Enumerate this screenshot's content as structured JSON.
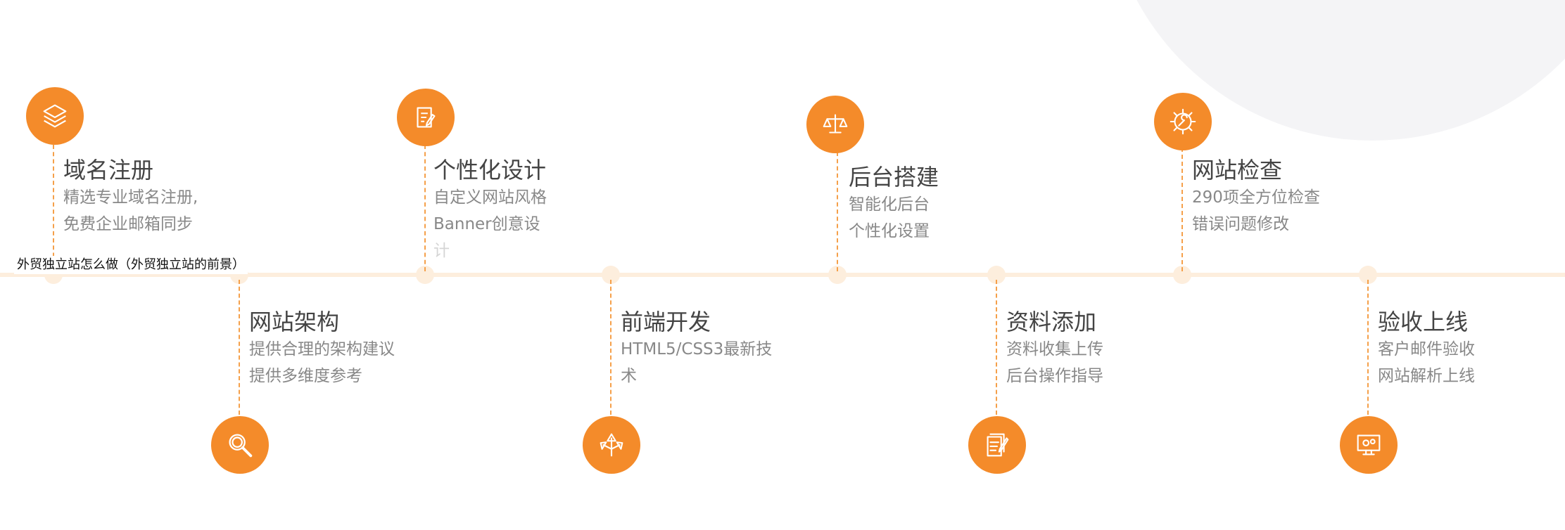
{
  "overlay_title": "外贸独立站怎么做（外贸独立站的前景）",
  "accent_color": "#f48b2a",
  "timeline_color": "#fdeedd",
  "steps": [
    {
      "title": "域名注册",
      "line1": "精选专业域名注册,",
      "line2": "免费企业邮箱同步",
      "icon": "layers-icon"
    },
    {
      "title": "网站架构",
      "line1": "提供合理的架构建议",
      "line2": "提供多维度参考",
      "icon": "search-magnifier-icon"
    },
    {
      "title": "个性化设计",
      "line1": "自定义网站风格",
      "line2": "Banner创意设",
      "line3": "计",
      "icon": "notepad-edit-icon"
    },
    {
      "title": "前端开发",
      "line1": "HTML5/CSS3最新技",
      "line2": "术",
      "icon": "arrows-directions-icon"
    },
    {
      "title": "后台搭建",
      "line1": "智能化后台",
      "line2": "个性化设置",
      "icon": "balance-scale-icon"
    },
    {
      "title": "资料添加",
      "line1": "资料收集上传",
      "line2": "后台操作指导",
      "icon": "document-pen-icon"
    },
    {
      "title": "网站检查",
      "line1": "290项全方位检查",
      "line2": "错误问题修改",
      "icon": "gear-wrench-icon"
    },
    {
      "title": "验收上线",
      "line1": "客户邮件验收",
      "line2": "网站解析上线",
      "icon": "monitor-gears-icon"
    }
  ]
}
